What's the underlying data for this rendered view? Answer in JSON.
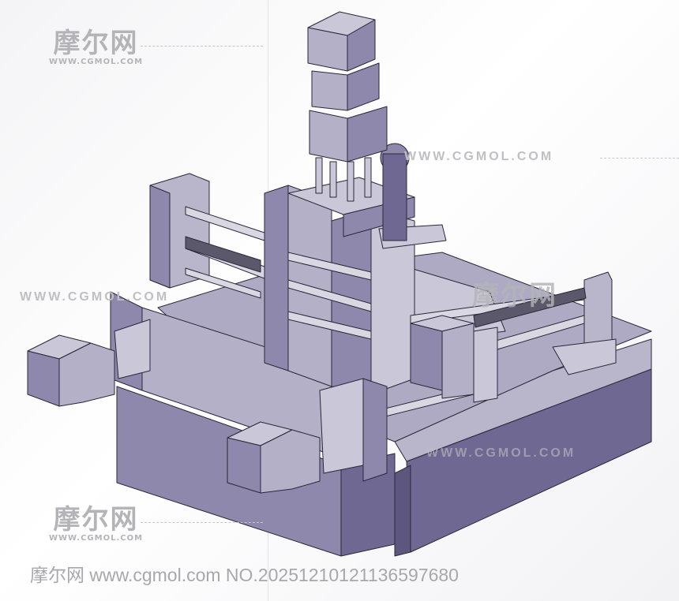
{
  "watermark": {
    "logo_cn": "摩尔网",
    "logo_en": "WWW.CGMOL.COM",
    "line_text_upper": "WWW.CGMOL.COM",
    "line_text_mid": "WWW.CGMOL.COM",
    "line_text_lower": "WWW.CGMOL.COM"
  },
  "footer": {
    "caption": "摩尔网 www.cgmol.com NO.20251210121136597680"
  },
  "colors": {
    "body_dark": "#6f6892",
    "body_mid": "#8e88ad",
    "body_light": "#c9c7d8",
    "edge": "#2a2838"
  }
}
